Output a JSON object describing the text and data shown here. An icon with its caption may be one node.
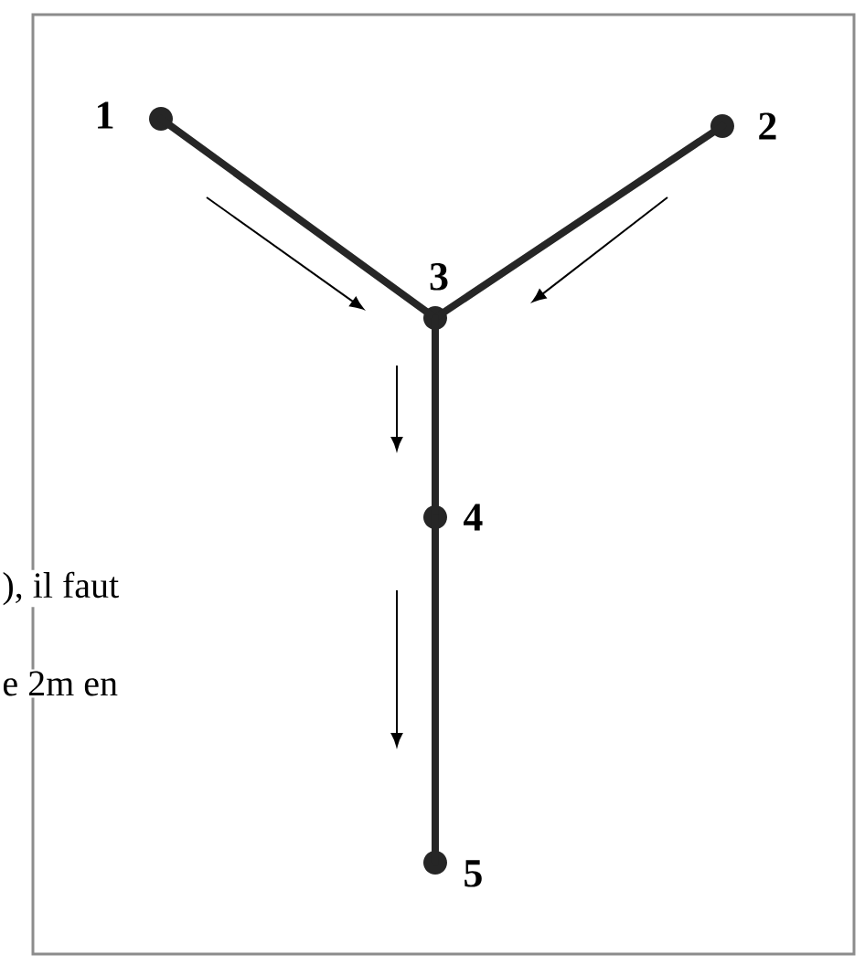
{
  "diagram": {
    "nodes": [
      {
        "text": [],
        "shape": "circle",
        "beside": [
          "1"
        ]
      },
      {
        "text": [],
        "shape": "circle",
        "beside": [
          "2"
        ]
      },
      {
        "text": [],
        "shape": "circle",
        "beside": [
          "3"
        ]
      },
      {
        "text": [],
        "shape": "circle",
        "beside": [
          "4"
        ]
      },
      {
        "text": [],
        "shape": "circle",
        "beside": [
          "5"
        ]
      }
    ],
    "edges": [
      {
        "from": 0,
        "to": 2,
        "arrow": "none"
      },
      {
        "from": 1,
        "to": 2,
        "arrow": "none"
      },
      {
        "from": 2,
        "to": 3,
        "arrow": "none"
      },
      {
        "from": 3,
        "to": 4,
        "arrow": "none"
      }
    ],
    "labels": [
      "), il faut",
      "e 2m en"
    ]
  }
}
